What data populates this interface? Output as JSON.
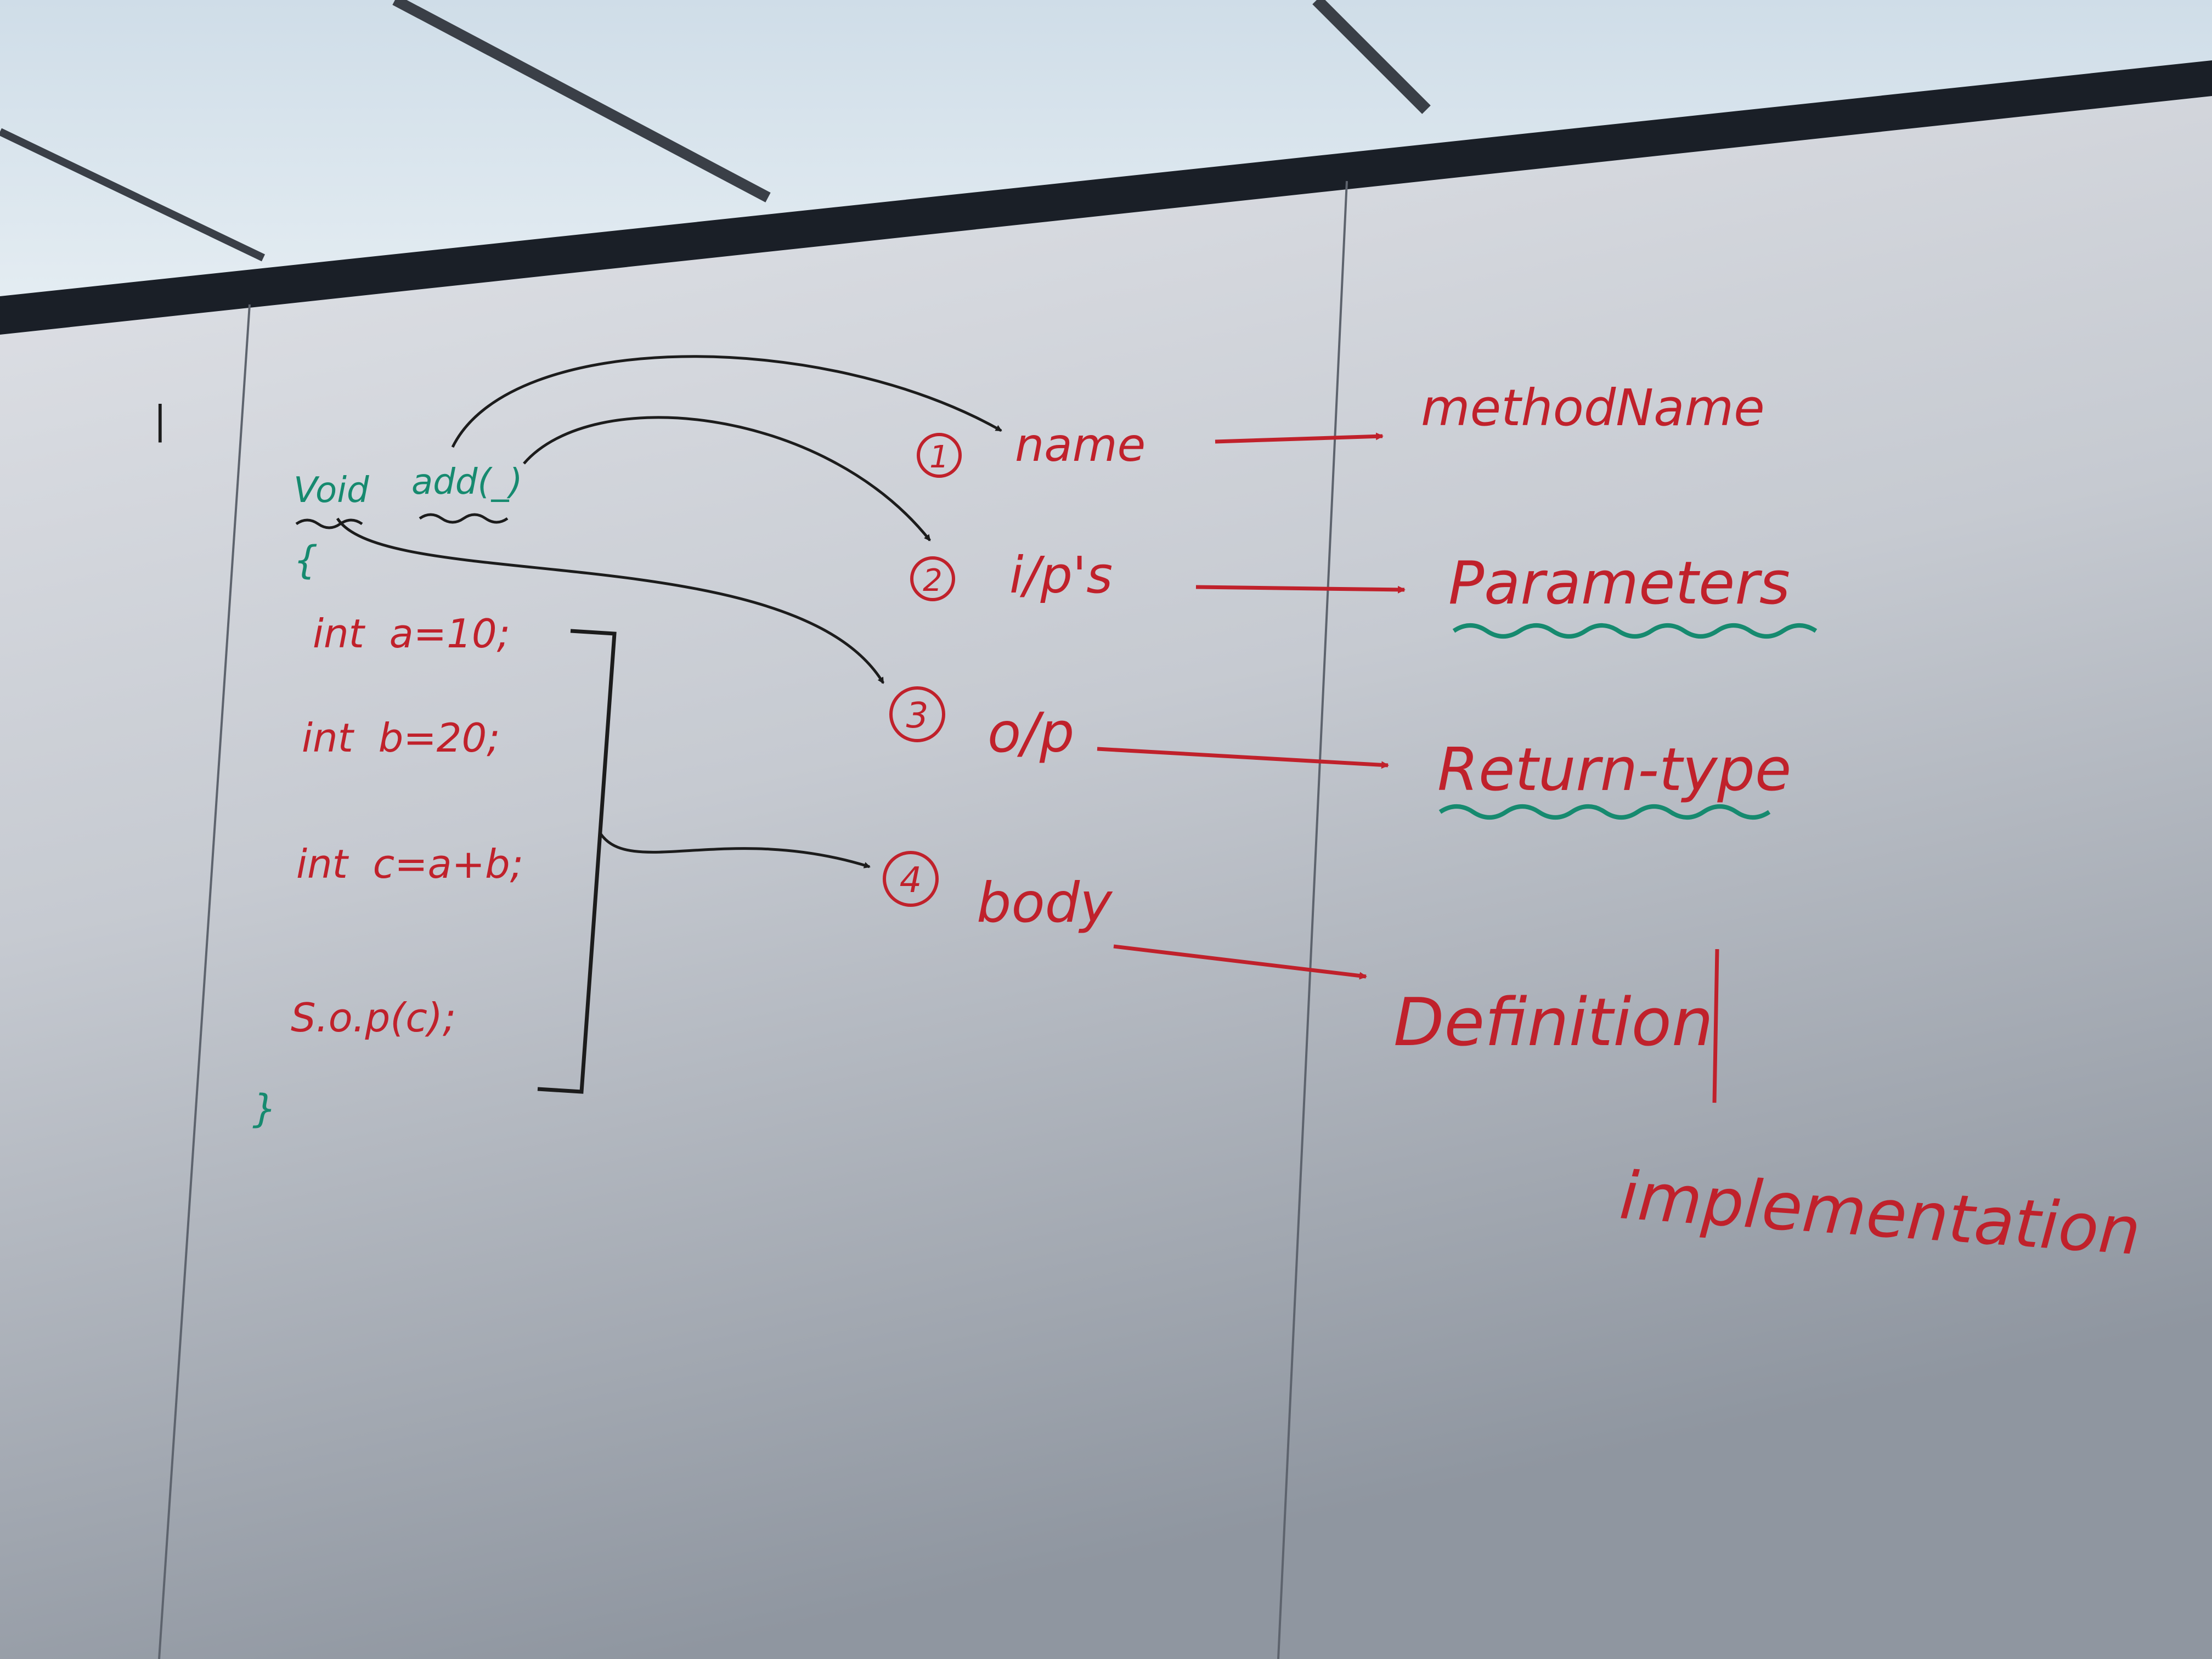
{
  "colors": {
    "marker_red": "#c0212b",
    "marker_green": "#168a6f",
    "marker_black": "#1c1c1c",
    "board": "#c9cdd4",
    "ceiling_light": "#dbe6ee",
    "frame": "#1a1f27"
  },
  "code": {
    "return_type": "Void",
    "method_sig": "add(_)",
    "open_brace": "{",
    "line1": "int  a=10;",
    "line2": "int  b=20;",
    "line3": "int  c=a+b;",
    "line4": "S.o.p(c);",
    "close_brace": "}"
  },
  "parts": [
    {
      "num": "1",
      "label": "name",
      "meaning": "methodName"
    },
    {
      "num": "2",
      "label": "i/p's",
      "meaning": "Parameters"
    },
    {
      "num": "3",
      "label": "o/p",
      "meaning": "Return-type"
    },
    {
      "num": "4",
      "label": "body",
      "meaning": "Definition"
    }
  ],
  "extra": {
    "alt_meaning": "implementation"
  },
  "stray_mark": "|"
}
